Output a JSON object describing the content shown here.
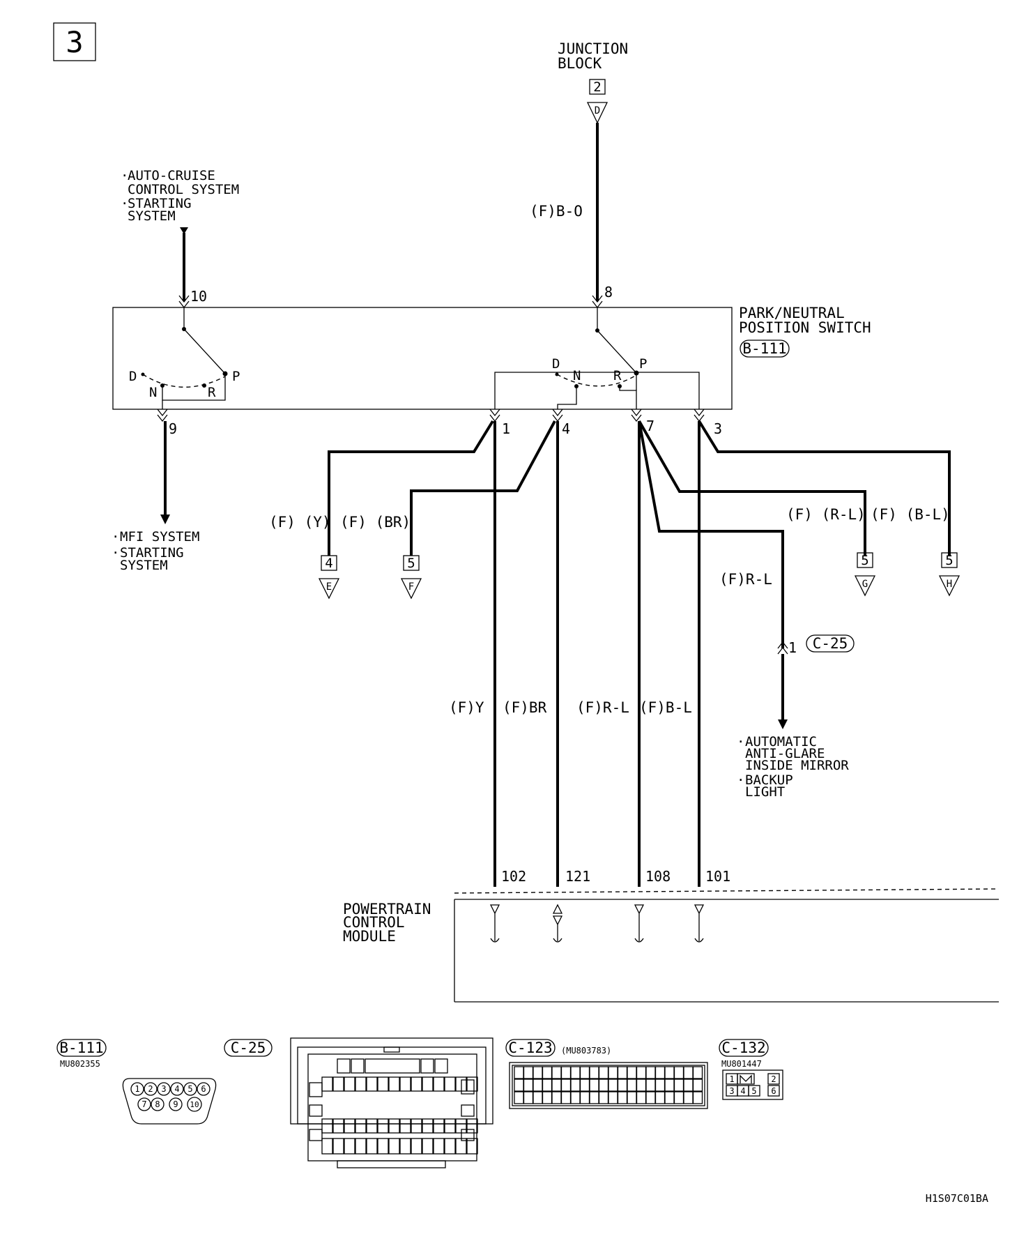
{
  "page_number": "3",
  "junction_block": {
    "title_line1": "JUNCTION",
    "title_line2": "BLOCK",
    "connector_num": "2",
    "connector_letter": "D"
  },
  "wires": {
    "b_o": "(F)B-O",
    "y_left": "(F) (Y)",
    "br_left": "(F) (BR)",
    "r_l_right": "(F) (R-L)",
    "b_l_right": "(F) (B-L)",
    "r_l_mirror": "(F)R-L",
    "y": "(F)Y",
    "br": "(F)BR",
    "r_l": "(F)R-L",
    "b_l": "(F)B-L"
  },
  "top_left_systems": {
    "line1": "AUTO-CRUISE",
    "line2": "CONTROL SYSTEM",
    "line3": "STARTING",
    "line4": "SYSTEM"
  },
  "bottom_left_systems": {
    "line1": "MFI SYSTEM",
    "line2": "STARTING",
    "line3": "SYSTEM"
  },
  "mirror_systems": {
    "line1": "AUTOMATIC",
    "line2": "ANTI-GLARE",
    "line3": "INSIDE MIRROR",
    "line4": "BACKUP",
    "line5": "LIGHT"
  },
  "switch": {
    "title_line1": "PARK/NEUTRAL",
    "title_line2": "POSITION SWITCH",
    "connector": "B-111",
    "pos_d": "D",
    "pos_n": "N",
    "pos_r": "R",
    "pos_p": "P"
  },
  "pins": {
    "p10": "10",
    "p8": "8",
    "p9": "9",
    "p1": "1",
    "p4": "4",
    "p7": "7",
    "p3": "3"
  },
  "offpage": [
    {
      "num": "4",
      "letter": "E"
    },
    {
      "num": "5",
      "letter": "F"
    },
    {
      "num": "5",
      "letter": "G"
    },
    {
      "num": "5",
      "letter": "H"
    }
  ],
  "c25": {
    "pin": "1",
    "label": "C-25"
  },
  "pcm": {
    "line1": "POWERTRAIN",
    "line2": "CONTROL",
    "line3": "MODULE",
    "pins": [
      "102",
      "121",
      "108",
      "101"
    ]
  },
  "connectors": {
    "b111": {
      "label": "B-111",
      "part": "MU802355",
      "top_pins": [
        "1",
        "2",
        "3",
        "4",
        "5",
        "6"
      ],
      "bottom_pins": [
        "7",
        "8",
        "9",
        "10"
      ]
    },
    "c25": {
      "label": "C-25"
    },
    "c123": {
      "label": "C-123",
      "part": "(MU803783)"
    },
    "c132": {
      "label": "C-132",
      "part": "MU801447",
      "pins": [
        "1",
        "2",
        "3",
        "4",
        "5",
        "6"
      ]
    }
  },
  "diagram_code": "H1S07C01BA"
}
